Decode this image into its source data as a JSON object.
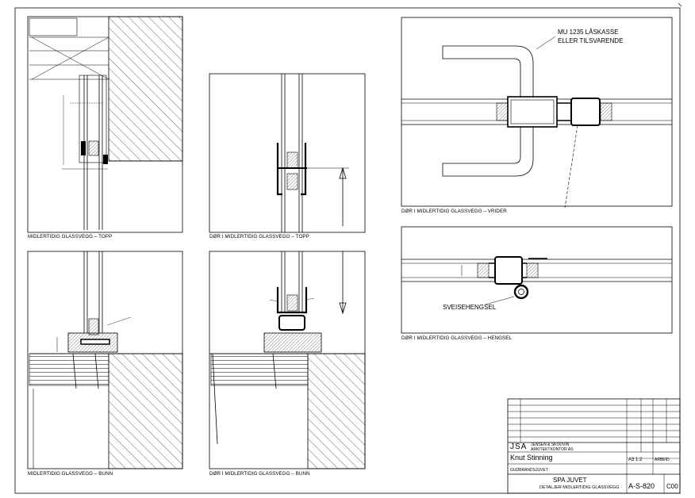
{
  "details": {
    "top_left": "MIDLERTIDIG GLASSVEGG – TOPP",
    "top_mid": "DØR I MIDLERTIDIG GLASSVEGG – TOPP",
    "bottom_left": "MIDLERTIDIG GLASSVEGG – BUNN",
    "bottom_mid": "DØR I MIDLERTIDIG GLASSVEGG – BUNN",
    "right_top": "DØR I MIDLERTIDIG GLASSVEGG – VRIDER",
    "right_mid": "DØR I MIDLERTIDIG GLASSVEGG – HENGSEL"
  },
  "callouts": {
    "lock_line1": "MU 1235 LÅSKASSE",
    "lock_line2": "ELLER TILSVARENDE",
    "hinge": "SVEISEHENGSEL"
  },
  "title_block": {
    "company_abbr": "JSA",
    "company_line1": "JENSEN & SKODVIN",
    "company_line2": "ARKITEKTKONTOR AS",
    "client": "Knut Stinning",
    "paper_size": "A3 1:2",
    "status": "ARBEID",
    "location": "GUDBRANDSJUVET",
    "project": "SPA JUVET",
    "drawing_title": "DETALJER MIDLERTIDIG GLASSVEGG",
    "drawing_number": "A-S-820",
    "revision": "C00"
  }
}
